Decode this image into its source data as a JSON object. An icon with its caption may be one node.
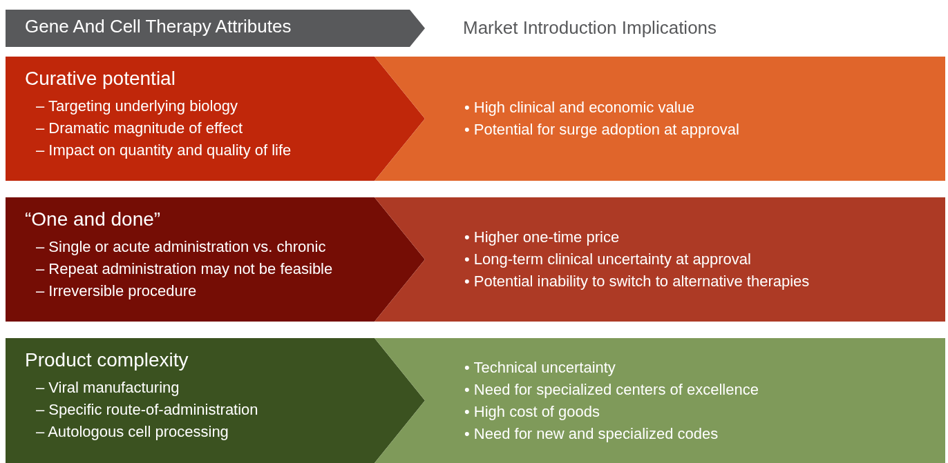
{
  "diagram": {
    "nodes": [
      {
        "text": [
          "Gene And Cell Therapy Attributes"
        ]
      },
      {
        "text": [
          "Curative potential",
          "– Targeting underlying biology",
          "– Dramatic magnitude of effect",
          "– Impact on quantity and quality of life"
        ]
      },
      {
        "text": [
          "• High clinical and economic value",
          "• Potential for surge adoption at approval"
        ]
      },
      {
        "text": [
          "“One and done”",
          "– Single or acute administration vs. chronic",
          "– Repeat administration may not be feasible",
          "– Irreversible procedure"
        ]
      },
      {
        "text": [
          "• Higher one-time price",
          "• Long-term clinical uncertainty at approval",
          "• Potential inability to switch to alternative therapies"
        ]
      },
      {
        "text": [
          "Product complexity",
          "– Viral manufacturing",
          "– Specific route-of-administration",
          "– Autologous cell processing"
        ]
      },
      {
        "text": [
          "• Technical uncertainty",
          "• Need for specialized centers of excellence",
          "• High cost of goods",
          "• Need for new and specialized codes"
        ]
      }
    ],
    "edges": [],
    "labels": [
      "Market Introduction Implications"
    ]
  }
}
